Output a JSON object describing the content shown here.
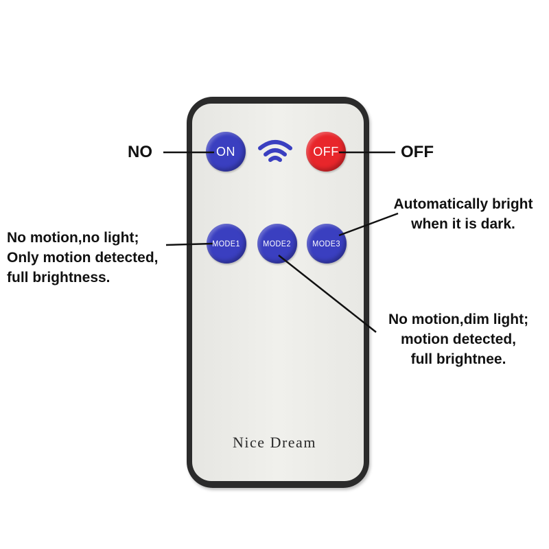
{
  "remote": {
    "brand": "Nice Dream",
    "buttons": {
      "on": "ON",
      "off": "OFF",
      "mode1": "MODE1",
      "mode2": "MODE2",
      "mode3": "MODE3"
    },
    "colors": {
      "blue_button": "#3a3fc0",
      "red_button": "#e8262b",
      "body": "#2b2b2b",
      "face": "#ecece8",
      "wifi_icon": "#3a3fc0"
    },
    "icons": [
      "wifi-icon"
    ]
  },
  "annotations": {
    "on_label": "NO",
    "off_label": "OFF",
    "mode1_lines": [
      "No motion,no light;",
      "Only motion detected,",
      "full brightness."
    ],
    "mode2_lines": [
      "No motion,dim light;",
      "motion detected,",
      "full brightnee."
    ],
    "mode3_lines": [
      "Automatically bright",
      "when it is dark."
    ]
  }
}
